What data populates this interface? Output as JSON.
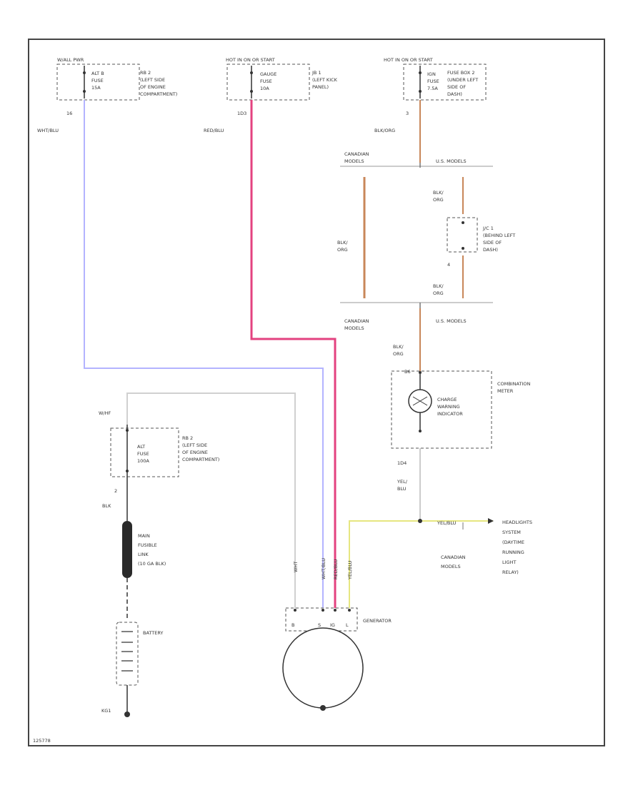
{
  "fuses": {
    "alt_b_header": "W/ALL PWR",
    "alt_b_line1": "ALT B",
    "alt_b_line2": "FUSE",
    "alt_b_line3": "15A",
    "alt_b_loc1": "RB 2",
    "alt_b_loc2": "(LEFT SIDE",
    "alt_b_loc3": "OF ENGINE",
    "alt_b_loc4": "COMPARTMENT)",
    "alt_b_pin": "16",
    "alt_b_wire": "WHT/BLU",
    "gauge_header": "HOT IN ON OR START",
    "gauge_line1": "GAUGE",
    "gauge_line2": "FUSE",
    "gauge_line3": "10A",
    "gauge_loc1": "JB 1",
    "gauge_loc2": "(LEFT KICK",
    "gauge_loc3": "PANEL)",
    "gauge_pin": "1D3",
    "gauge_wire": "RED/BLU",
    "ign_header": "HOT IN ON OR START",
    "ign_line1": "IGN",
    "ign_line2": "FUSE",
    "ign_line3": "7.5A",
    "ign_loc1": "FUSE BOX 2",
    "ign_loc2": "(UNDER LEFT",
    "ign_loc3": "SIDE OF",
    "ign_loc4": "DASH)",
    "ign_pin": "3",
    "ign_wire": "BLK/ORG",
    "alt_header": "W/HF",
    "alt_line1": "ALT",
    "alt_line2": "FUSE",
    "alt_line3": "100A",
    "alt_loc1": "RB 2",
    "alt_loc2": "(LEFT SIDE",
    "alt_loc3": "OF ENGINE",
    "alt_loc4": "COMPARTMENT)",
    "alt_pin": "2",
    "alt_wire": "BLK"
  },
  "split_top": {
    "canada1": "CANADIAN",
    "canada2": "MODELS",
    "us": "U.S. MODELS",
    "left_wire1": "BLK/",
    "left_wire2": "ORG",
    "right_wire1": "BLK/",
    "right_wire2": "ORG"
  },
  "connector_jc1": {
    "line1": "J/C 1",
    "line2": "(BEHIND LEFT",
    "line3": "SIDE OF",
    "line4": "DASH)",
    "pin": "4",
    "wire1": "BLK/",
    "wire2": "ORG"
  },
  "split_bottom": {
    "canada1": "CANADIAN",
    "canada2": "MODELS",
    "us": "U.S. MODELS",
    "wire1": "BLK/",
    "wire2": "ORG"
  },
  "meter": {
    "pin_top": "B6",
    "indicator1": "CHARGE",
    "indicator2": "WARNING",
    "indicator3": "INDICATOR",
    "name1": "COMBINATION",
    "name2": "METER",
    "pin_bottom": "1D4",
    "wire1": "YEL/",
    "wire2": "BLU"
  },
  "headlight": {
    "wire": "YEL/BLU",
    "note1": "CANADIAN",
    "note2": "MODELS",
    "line1": "HEADLIGHTS",
    "line2": "SYSTEM",
    "line3": "(DAYTIME",
    "line4": "RUNNING",
    "line5": "LIGHT",
    "line6": "RELAY)"
  },
  "fusible_link": {
    "line1": "MAIN",
    "line2": "FUSIBLE",
    "line3": "LINK",
    "line4": "(10 GA BLK)"
  },
  "battery": {
    "label": "BATTERY",
    "ground": "KG1"
  },
  "generator": {
    "label": "GENERATOR",
    "term_b": "B",
    "term_s": "S",
    "term_ig": "IG",
    "term_l": "L",
    "wire_b": "WHT",
    "wire_s": "WHT/BLU",
    "wire_ig": "RED/BLU",
    "wire_l": "YEL/BLU"
  },
  "footer": {
    "figure_id": "125778"
  },
  "colors": {
    "wht_blu": "#b4b4ff",
    "red_blu": "#e3427f",
    "blk_org": "#c8875a",
    "yel_blu": "#e6e680",
    "frame": "#444444"
  }
}
